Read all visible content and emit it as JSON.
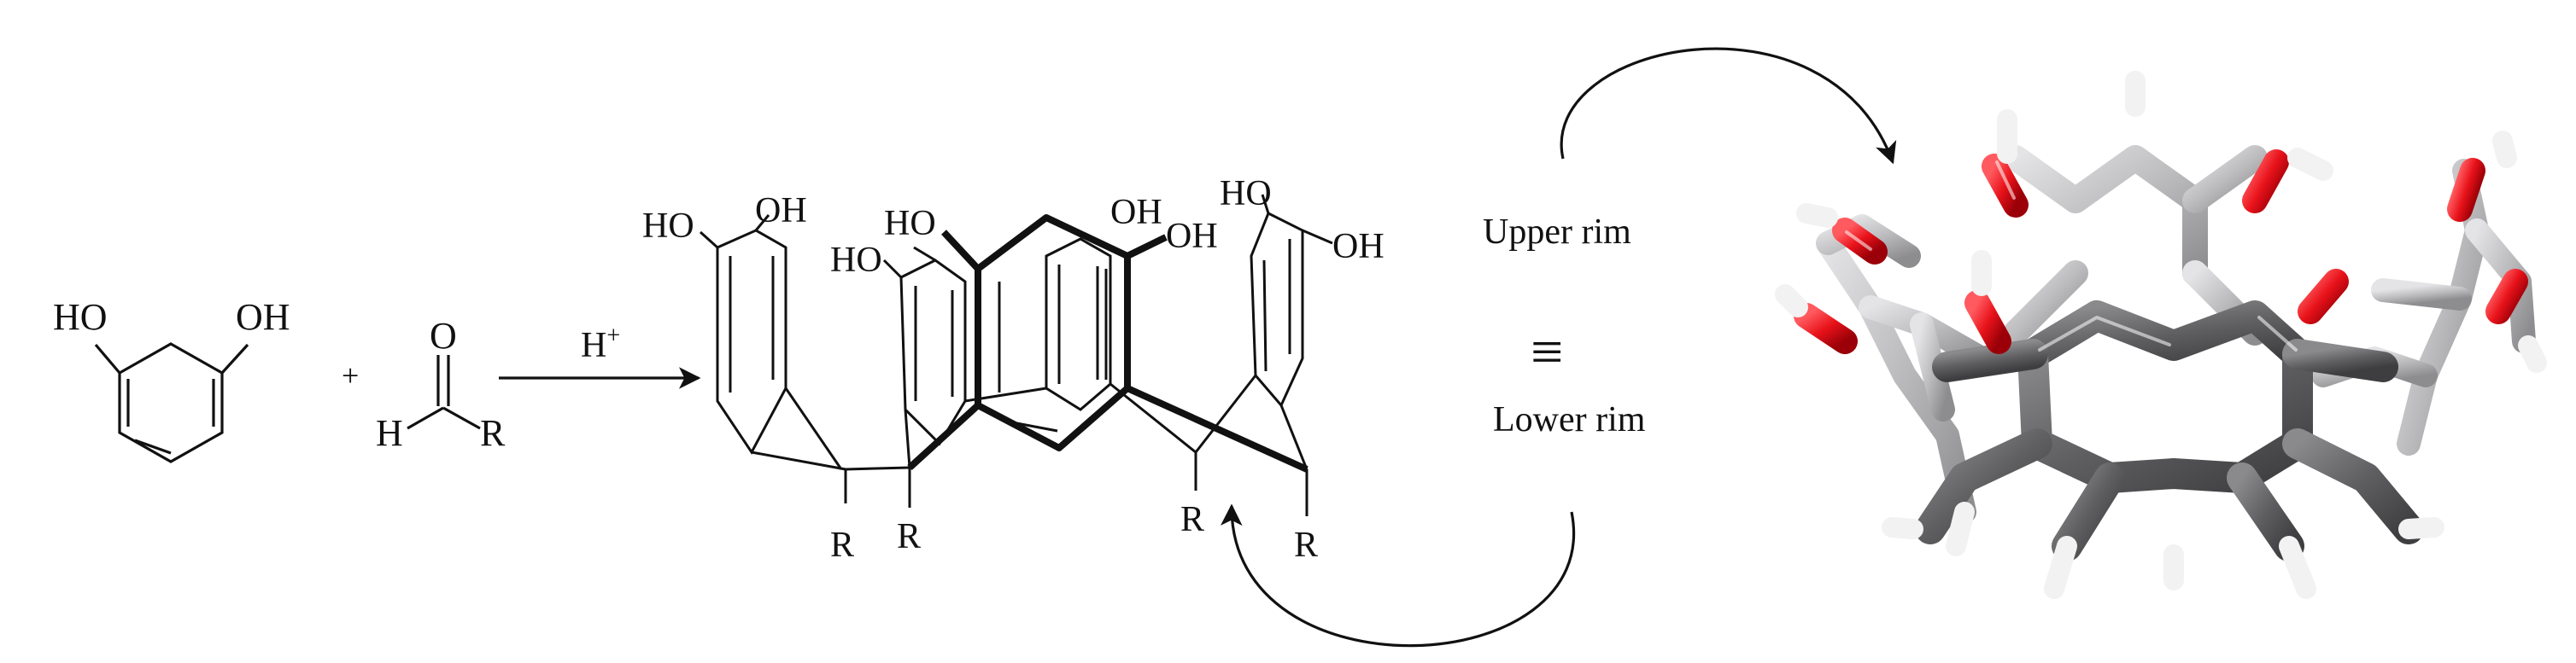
{
  "colors": {
    "ink": "#111111",
    "oxygen": "#e8121a",
    "carbon_dark": "#5f5f61",
    "carbon_light": "#bcbcbe",
    "hydrogen": "#f4f4f4",
    "background": "#ffffff"
  },
  "resorcinol": {
    "left_group": "HO",
    "right_group": "OH"
  },
  "plus_sign": "+",
  "aldehyde": {
    "oxygen": "O",
    "hydrogen": "H",
    "substituent": "R"
  },
  "catalyst": {
    "base": "H",
    "superscript": "+"
  },
  "resorcinarene": {
    "hydroxyl_labels": [
      "HO",
      "OH",
      "HO",
      "HO",
      "OH",
      "OH",
      "HO",
      "OH"
    ],
    "substituent_labels": [
      "R",
      "R",
      "R",
      "R"
    ]
  },
  "rim_labels": {
    "upper": "Upper rim",
    "equivalence": "≡",
    "lower": "Lower rim"
  },
  "model_3d": {
    "icon": "stick-model-icon"
  }
}
